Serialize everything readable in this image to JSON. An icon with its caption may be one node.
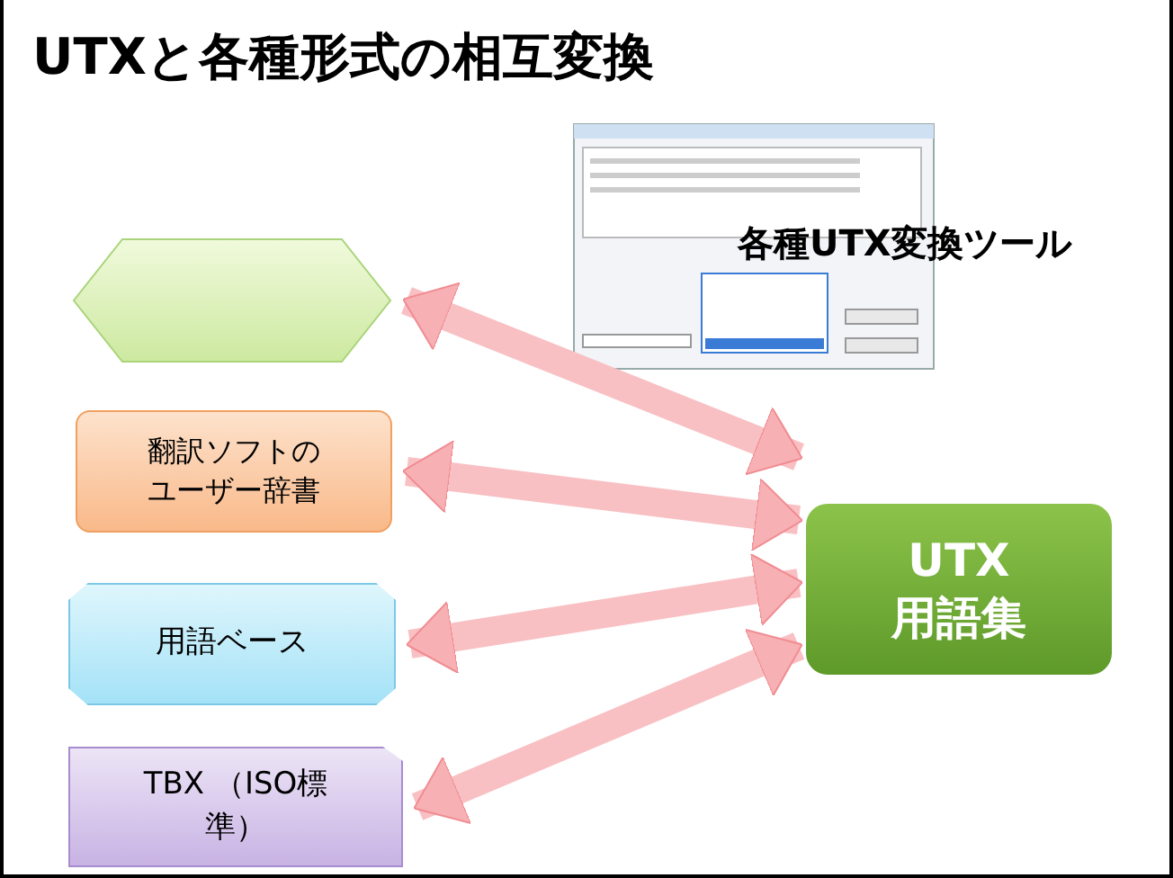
{
  "diagram": {
    "title": "UTXと各種形式の相互変換",
    "nodes": [
      {
        "text": [],
        "shape": "hexagon"
      },
      {
        "text": [
          "翻訳ソフトのユーザー辞書"
        ]
      },
      {
        "text": [
          "用語ベース"
        ]
      },
      {
        "text": [
          "TBX （ISO標準）"
        ]
      },
      {
        "text": [
          "UTX 用語集"
        ]
      }
    ],
    "edges": [
      {
        "from": 0,
        "to": 4,
        "arrow": "both"
      },
      {
        "from": 1,
        "to": 4,
        "arrow": "both"
      },
      {
        "from": 2,
        "to": 4,
        "arrow": "both"
      },
      {
        "from": 3,
        "to": 4,
        "arrow": "both"
      }
    ],
    "labels": [
      "各種UTX変換ツール"
    ]
  }
}
